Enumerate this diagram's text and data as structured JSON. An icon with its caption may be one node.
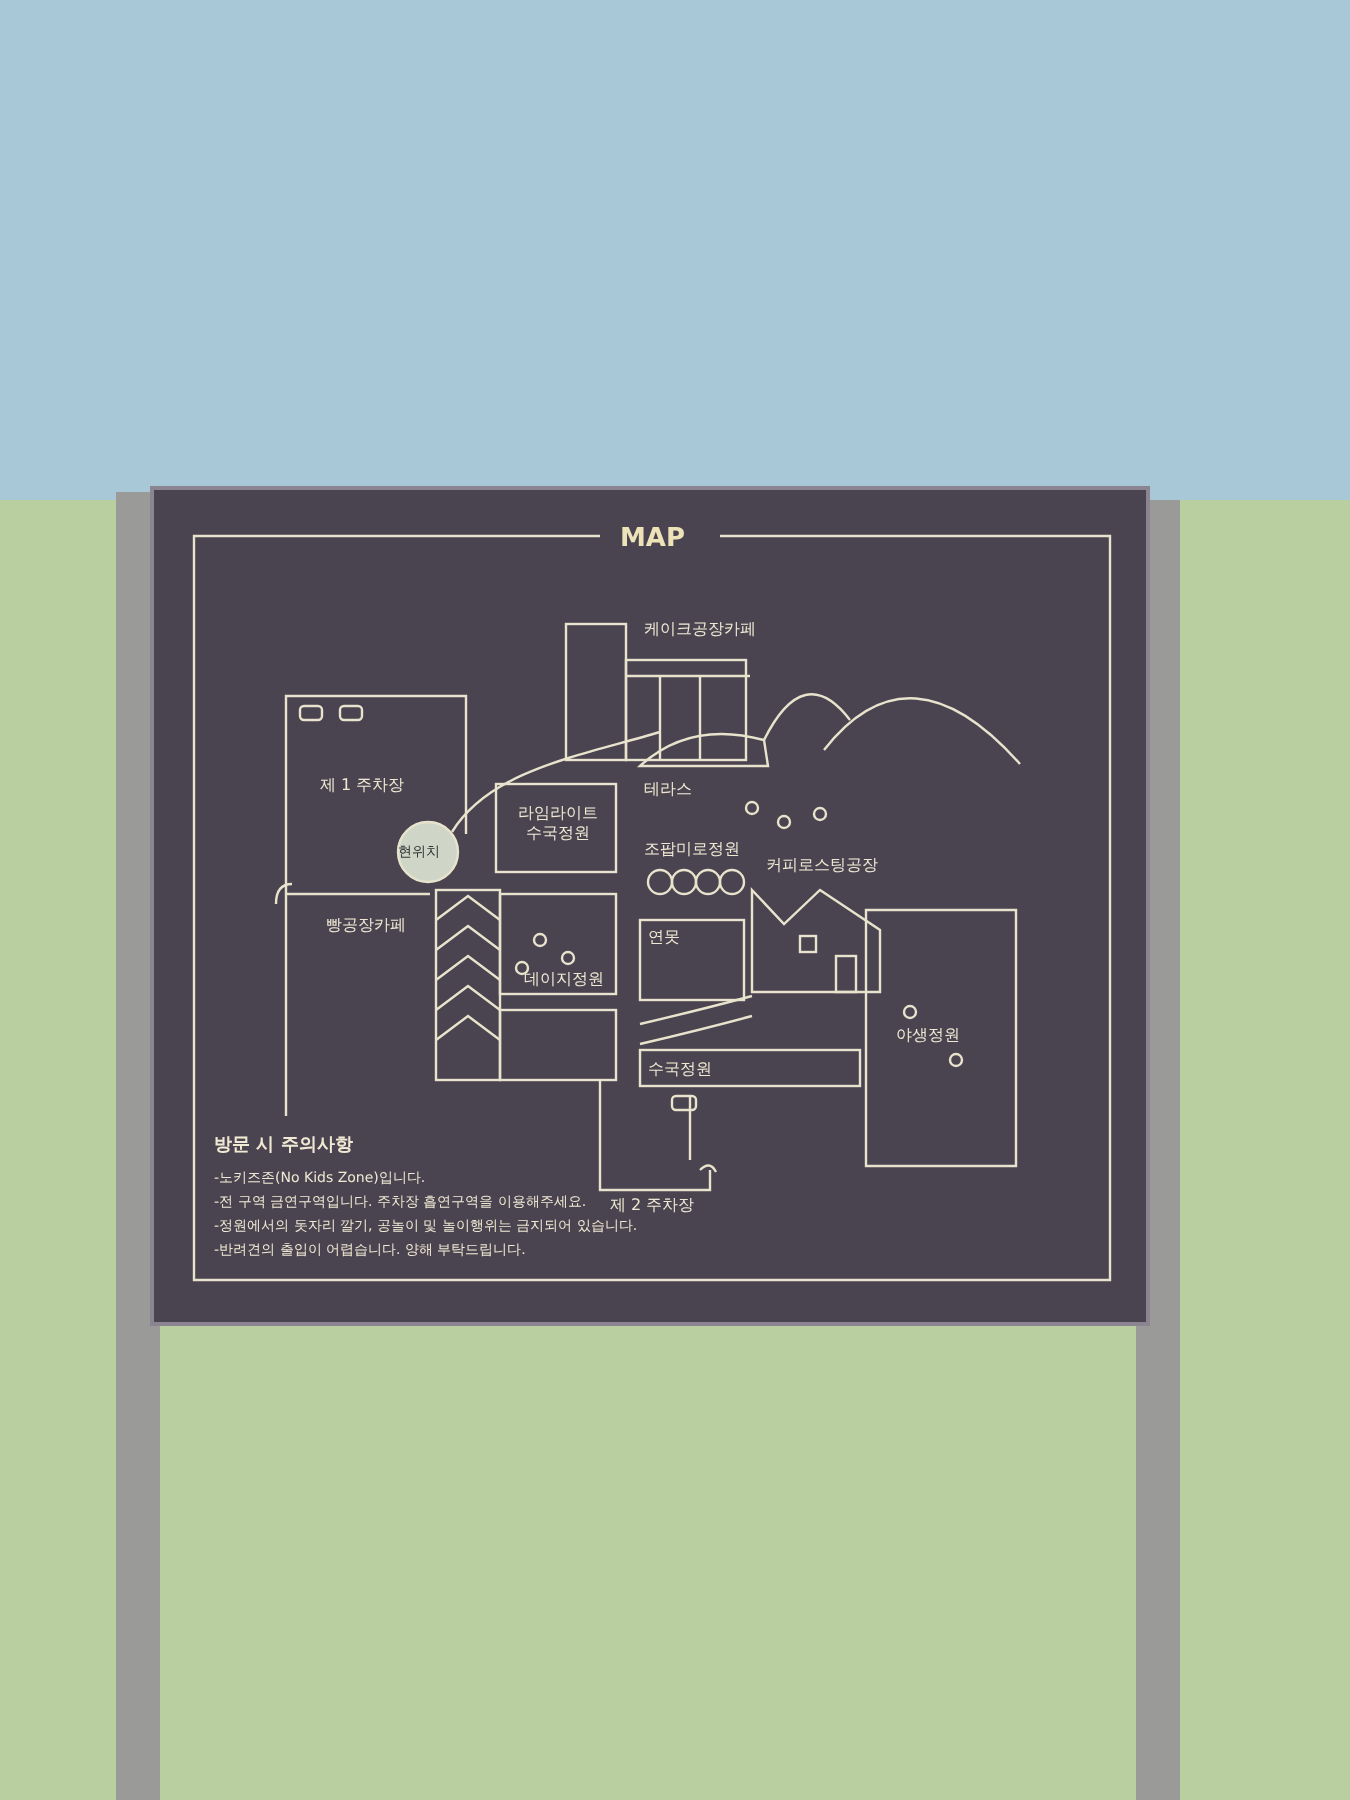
{
  "diagram": {
    "title": "MAP",
    "labels": [
      "제 1 주차장",
      "현위치",
      "라임라이트 수국정원",
      "빵공장카페",
      "데이지정원",
      "케이크공장카페",
      "테라스",
      "조팝미로정원",
      "커피로스팅공장",
      "연못",
      "수국정원",
      "야생정원",
      "제 2 주차장",
      "방문 시 주의사항",
      "-노키즈존(No Kids Zone)입니다.",
      "-전 구역 금연구역입니다. 주차장 흡연구역을 이용해주세요.",
      "-정원에서의 돗자리 깔기, 공놀이 및 놀이행위는 금지되어 있습니다.",
      "-반려견의 출입이 어렵습니다. 양해 부탁드립니다."
    ]
  }
}
